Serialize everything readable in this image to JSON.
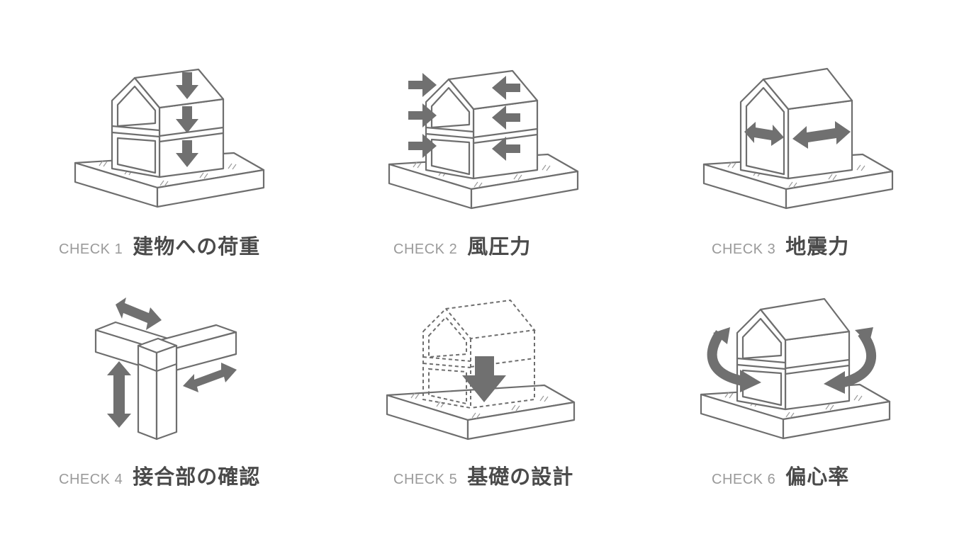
{
  "checks": [
    {
      "label": "CHECK 1",
      "title": "建物への荷重",
      "icon": "vertical-load-icon"
    },
    {
      "label": "CHECK 2",
      "title": "風圧力",
      "icon": "wind-pressure-icon"
    },
    {
      "label": "CHECK 3",
      "title": "地震力",
      "icon": "seismic-force-icon"
    },
    {
      "label": "CHECK 4",
      "title": "接合部の確認",
      "icon": "joint-check-icon"
    },
    {
      "label": "CHECK 5",
      "title": "基礎の設計",
      "icon": "foundation-design-icon"
    },
    {
      "label": "CHECK 6",
      "title": "偏心率",
      "icon": "eccentricity-icon"
    }
  ],
  "colors": {
    "line": "#6e6e6e",
    "arrow": "#707070",
    "label": "#9a9a9a",
    "title": "#4a4a4a"
  }
}
